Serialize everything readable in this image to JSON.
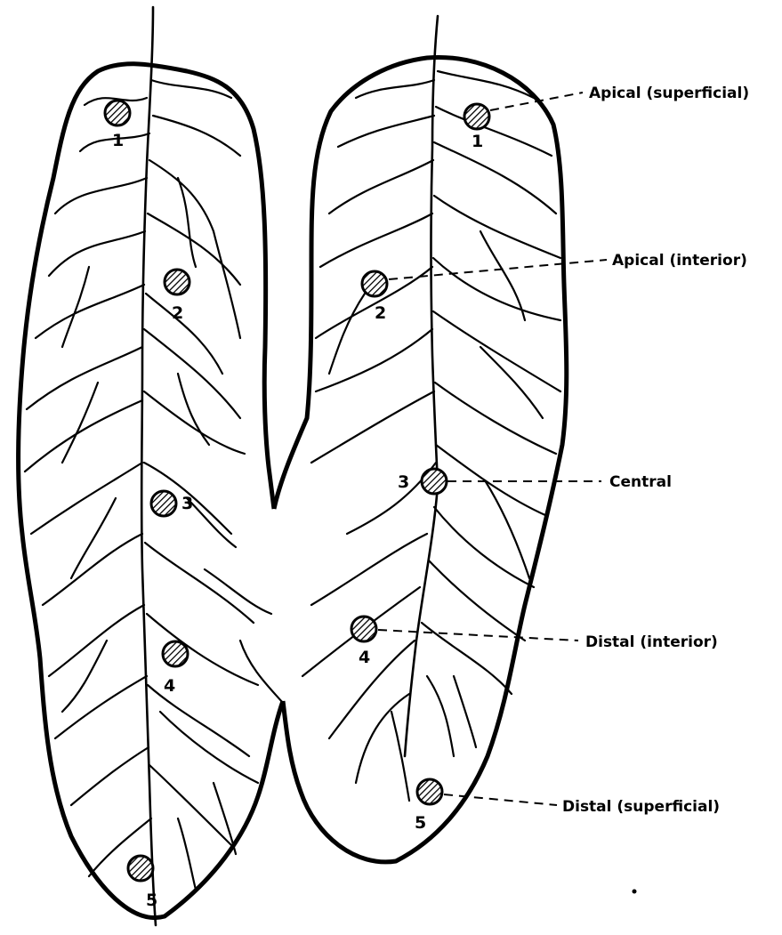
{
  "callouts": {
    "apical_superficial": "Apical (superficial)",
    "apical_interior": "Apical (interior)",
    "central": "Central",
    "distal_interior": "Distal (interior)",
    "distal_superficial": "Distal (superficial)"
  },
  "left_sites": [
    "1",
    "2",
    "3",
    "4",
    "5"
  ],
  "right_sites": [
    "1",
    "2",
    "3",
    "4",
    "5"
  ],
  "colors": {
    "ink": "#000000",
    "paper": "#ffffff"
  }
}
